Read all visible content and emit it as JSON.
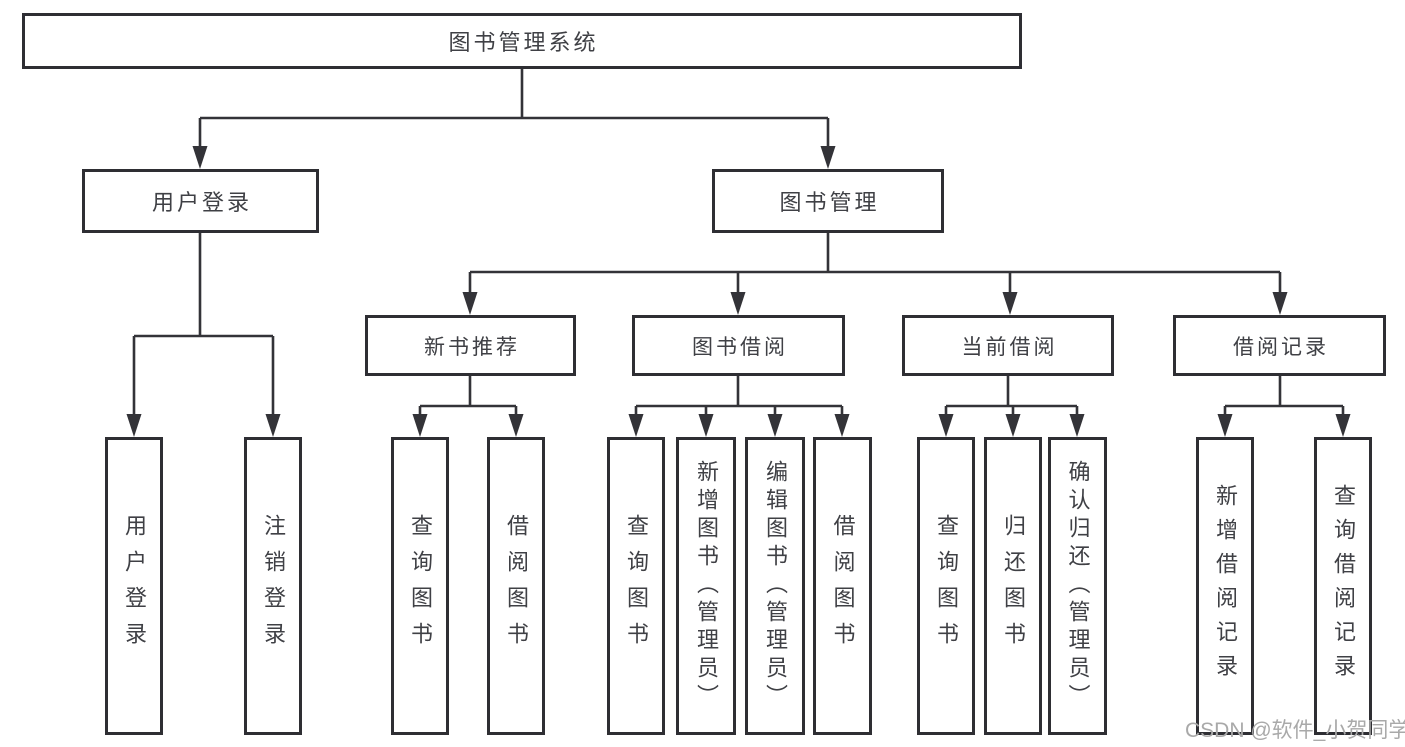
{
  "root": {
    "label": "图书管理系统"
  },
  "level2": {
    "user_login": {
      "label": "用户登录"
    },
    "book_management": {
      "label": "图书管理"
    }
  },
  "level3": {
    "new_books": {
      "label": "新书推荐"
    },
    "book_borrow": {
      "label": "图书借阅"
    },
    "current_borrow": {
      "label": "当前借阅"
    },
    "borrow_records": {
      "label": "借阅记录"
    }
  },
  "leaves": {
    "user_login": [
      "用户登录",
      "注销登录"
    ],
    "new_books": [
      "查询图书",
      "借阅图书"
    ],
    "book_borrow": [
      "查询图书",
      "新增图书（管理员）",
      "编辑图书（管理员）",
      "借阅图书"
    ],
    "current_borrow": [
      "查询图书",
      "归还图书",
      "确认归还（管理员）"
    ],
    "borrow_records": [
      "新增借阅记录",
      "查询借阅记录"
    ]
  },
  "watermark": "CSDN @软件_小贺同学",
  "colors": {
    "line": "#333338",
    "box_border": "#2e2e33",
    "text": "#3f4045",
    "watermark": "#a9a9a9",
    "background": "#ffffff"
  }
}
